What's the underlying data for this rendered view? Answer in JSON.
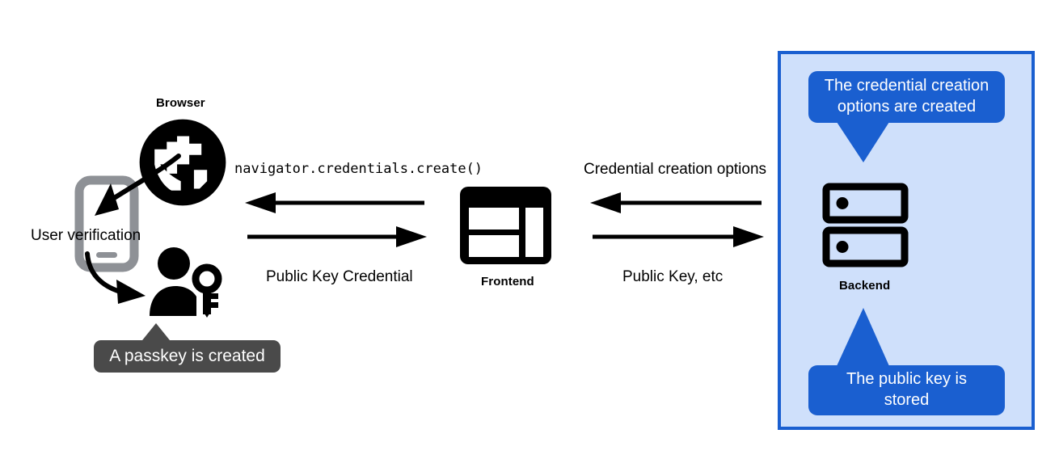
{
  "diagram": {
    "title_context": "WebAuthn passkey registration flow",
    "background_color": "#ffffff",
    "accent_blue": "#1a5fd0",
    "panel_fill": "#cfe0fb",
    "tooltip_gray": "#4a4a4a",
    "phone_gray": "#8e9196"
  },
  "client": {
    "browser_label": "Browser",
    "user_verification_label": "User verification",
    "passkey_tooltip": "A passkey is created",
    "icons": {
      "browser": "globe-icon",
      "phone": "mobile-phone-icon",
      "user_key": "user-with-key-icon"
    }
  },
  "frontend": {
    "label": "Frontend",
    "icon": "browser-window-icon"
  },
  "backend": {
    "label": "Backend",
    "icon": "server-stack-icon",
    "callout_top": "The credential creation options are created",
    "callout_top_lines": [
      "The credential creation",
      "options are created"
    ],
    "callout_bottom": "The public key is stored",
    "callout_bottom_lines": [
      "The public key is",
      "stored"
    ]
  },
  "flows": {
    "browser_frontend": {
      "inbound_label": "navigator.credentials.create()",
      "inbound_direction": "left",
      "outbound_label": "Public Key Credential",
      "outbound_direction": "right"
    },
    "frontend_backend": {
      "inbound_label": "Credential creation options",
      "inbound_direction": "left",
      "outbound_label": "Public Key, etc",
      "outbound_direction": "right"
    }
  }
}
